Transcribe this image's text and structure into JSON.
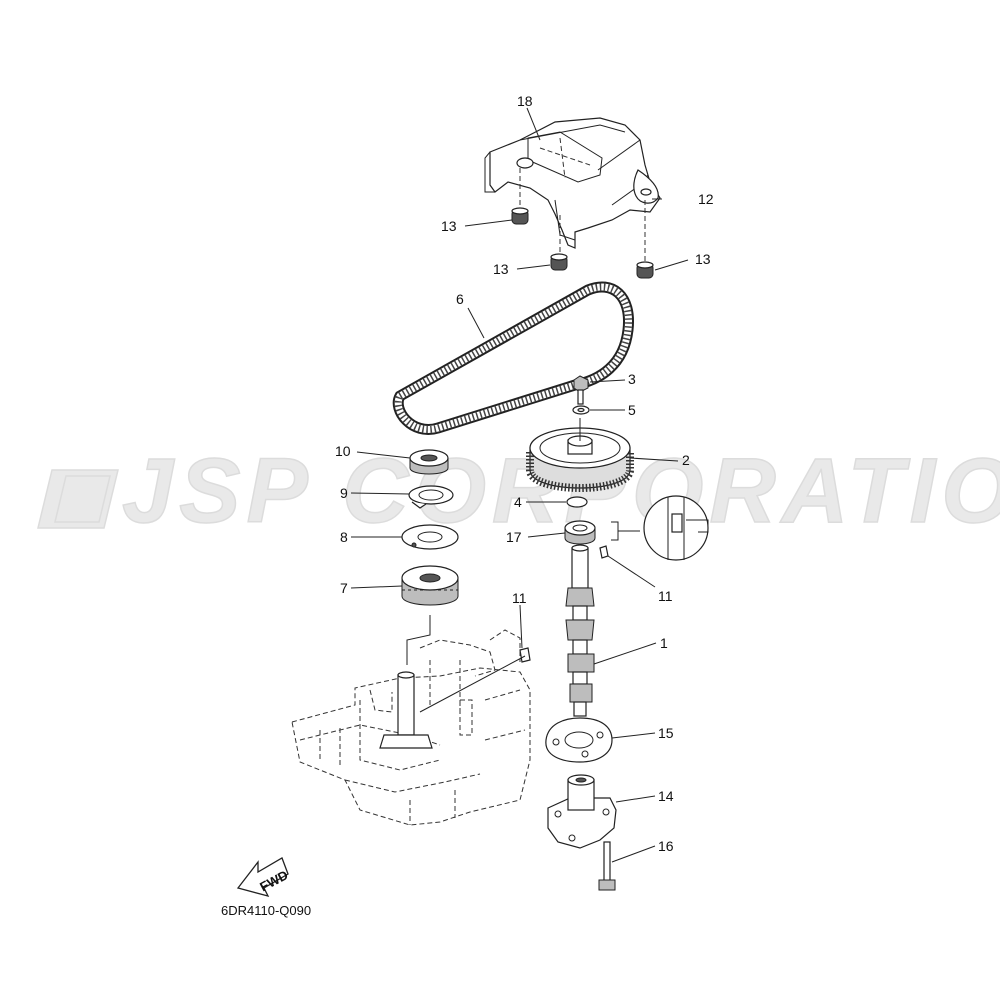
{
  "watermark": "JSP CORPORATION",
  "drawing_code": "6DR4110-Q090",
  "fwd_label": "FWD",
  "callouts": [
    {
      "id": "18",
      "text": "18"
    },
    {
      "id": "12",
      "text": "12"
    },
    {
      "id": "13a",
      "text": "13"
    },
    {
      "id": "13b",
      "text": "13"
    },
    {
      "id": "13c",
      "text": "13"
    },
    {
      "id": "6",
      "text": "6"
    },
    {
      "id": "3",
      "text": "3"
    },
    {
      "id": "5",
      "text": "5"
    },
    {
      "id": "10",
      "text": "10"
    },
    {
      "id": "2",
      "text": "2"
    },
    {
      "id": "9",
      "text": "9"
    },
    {
      "id": "4",
      "text": "4"
    },
    {
      "id": "8",
      "text": "8"
    },
    {
      "id": "17",
      "text": "17"
    },
    {
      "id": "7",
      "text": "7"
    },
    {
      "id": "11a",
      "text": "11"
    },
    {
      "id": "11b",
      "text": "11"
    },
    {
      "id": "1",
      "text": "1"
    },
    {
      "id": "15",
      "text": "15"
    },
    {
      "id": "14",
      "text": "14"
    },
    {
      "id": "16",
      "text": "16"
    }
  ]
}
